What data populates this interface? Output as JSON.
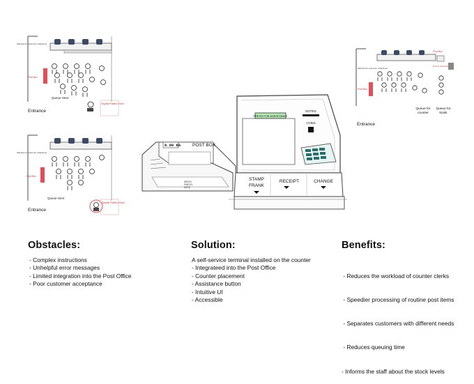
{
  "floorplans": {
    "top_left": {
      "left_label": "Window for customer collections",
      "counter_label": "Post Box",
      "queue_label": "Queue Here",
      "entrance": "Entrance",
      "kiosk_label": "Original PostBox Kiosk"
    },
    "bottom_left": {
      "left_label": "Window for customer collections",
      "counter_label": "Post Box",
      "queue_label": "Queue Here",
      "entrance": "Entrance",
      "kiosk_label": "Original PostBox Kiosk"
    },
    "right": {
      "left_label": "Window for customer collections",
      "counter_label": "Post Box",
      "kiosk_label": "Post Box",
      "kiosk_sub": "Post to the kiosk",
      "queue_counter": "Queue for counter",
      "queue_kiosk": "Queue for kiosk",
      "entrance": "Entrance"
    }
  },
  "terminal": {
    "scale_display": "0.00 KG",
    "scale_title": "POST BOX",
    "press_button": "PRESS FOR ASSISTANCE",
    "notes": "NOTES",
    "coins": "COINS",
    "btn_stamp": "STAMP",
    "btn_frank": "FRANK",
    "btn_receipt": "RECEIPT",
    "btn_change": "CHANGE",
    "tray_line1": "WEIGH",
    "tray_line2": "PARCEL",
    "tray_line3": "HERE"
  },
  "sections": {
    "obstacles": {
      "title": "Obstacles:",
      "items": [
        "- Complex instructions",
        "- Unhelpful error messages",
        "- Limited integration into the Post Office",
        "- Poor customer acceptance"
      ]
    },
    "solution": {
      "title": "Solution:",
      "items": [
        "A self-service terminal installed on the counter",
        "- Integrateed into the Post Office",
        "- Counter placement",
        "- Assistance button",
        "- Intuitive UI",
        "- Accessible"
      ]
    },
    "benefits": {
      "title": "Benefits:",
      "items": [
        " - Reduces the workload of counter clerks",
        " - Speedier processing of routine post items",
        " - Separates customers with different needs",
        " - Reduces queuing time",
        "- Informs the staff about the stock levels"
      ]
    }
  },
  "colors": {
    "text": "#111111",
    "counter_red": "#e0505a",
    "kiosk_red": "#d45a5a",
    "clerk_blue": "#3b4b66",
    "button_green": "#b5e8b5",
    "screen_teal": "#2c6e6e"
  }
}
